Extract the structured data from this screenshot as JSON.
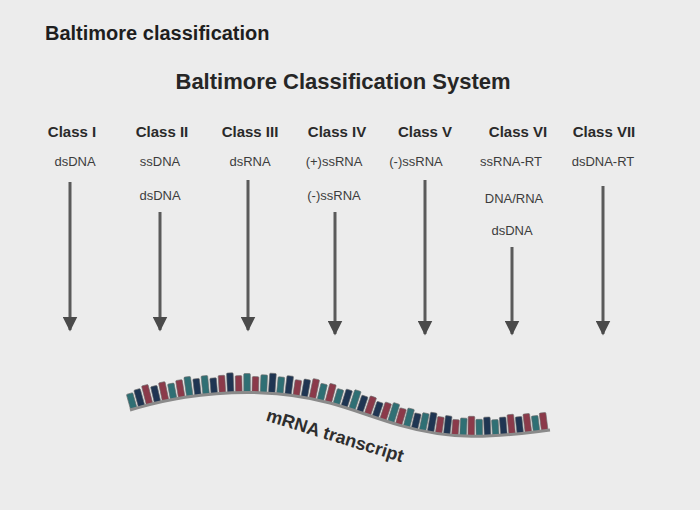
{
  "diagram": {
    "title": "Baltimore classification",
    "labels": [
      "Baltimore Classification System",
      "Class I",
      "Class II",
      "Class III",
      "Class IV",
      "Class V",
      "Class VI",
      "Class VII",
      "dsDNA",
      "ssDNA",
      "dsRNA",
      "(+)ssRNA",
      "(-)ssRNA",
      "ssRNA-RT",
      "dsDNA-RT",
      "dsDNA",
      "(-)ssRNA",
      "DNA/RNA",
      "dsDNA",
      "mRNA transcript"
    ]
  }
}
